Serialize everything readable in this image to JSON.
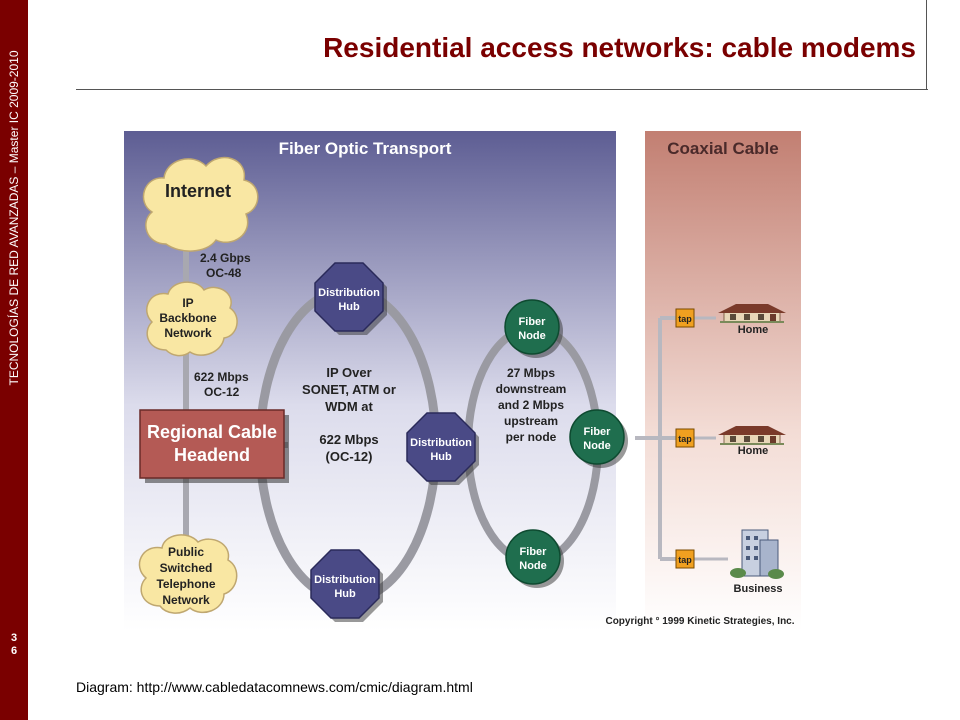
{
  "slide": {
    "title": "Residential access networks: cable modems",
    "sidebar_text": "TECNOLOGÍAS DE RED AVANZADAS – Master IC 2009-2010",
    "page_number": [
      "3",
      "6"
    ],
    "caption": "Diagram: http://www.cabledatacomnews.com/cmic/diagram.html"
  },
  "diagram": {
    "fiber_header": "Fiber Optic Transport",
    "coax_header": "Coaxial Cable",
    "internet": "Internet",
    "link1": [
      "2.4 Gbps",
      "OC-48"
    ],
    "ip_backbone": [
      "IP",
      "Backbone",
      "Network"
    ],
    "link2": [
      "622 Mbps",
      "OC-12"
    ],
    "headend": [
      "Regional Cable",
      "Headend"
    ],
    "pstn": [
      "Public",
      "Switched",
      "Telephone",
      "Network"
    ],
    "dist_hub": [
      "Distribution",
      "Hub"
    ],
    "ring1_text": [
      "IP Over",
      "SONET, ATM or",
      "WDM at",
      "",
      "622 Mbps",
      "(OC-12)"
    ],
    "fiber_node": [
      "Fiber",
      "Node"
    ],
    "ring2_text": [
      "27 Mbps",
      "downstream",
      "and 2 Mbps",
      "upstream",
      "per node"
    ],
    "tap": "tap",
    "home": "Home",
    "business": "Business",
    "copyright": "Copyright ° 1999 Kinetic Strategies, Inc."
  }
}
